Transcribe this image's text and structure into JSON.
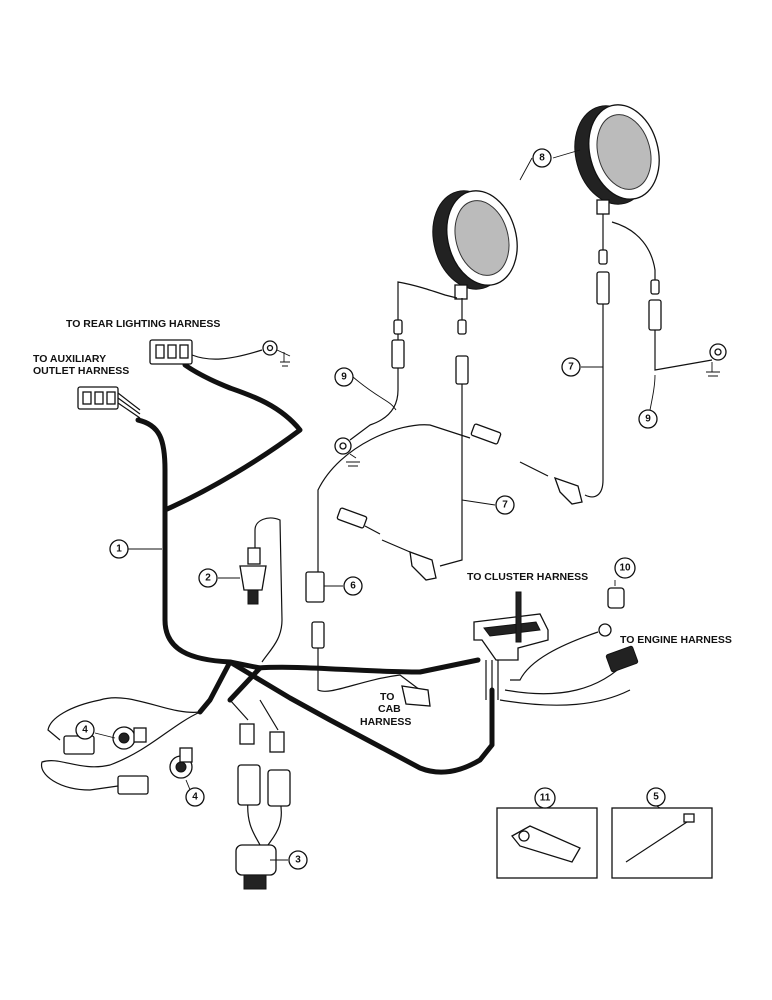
{
  "labels": {
    "rear_lighting": "TO REAR LIGHTING HARNESS",
    "aux_outlet_1": "TO AUXILIARY",
    "aux_outlet_2": "OUTLET HARNESS",
    "cluster": "TO CLUSTER HARNESS",
    "engine": "TO ENGINE HARNESS",
    "cab_1": "TO",
    "cab_2": "CAB",
    "cab_3": "HARNESS"
  },
  "callouts": {
    "c1": "1",
    "c2": "2",
    "c3": "3",
    "c4a": "4",
    "c4b": "4",
    "c5": "5",
    "c6": "6",
    "c7a": "7",
    "c7b": "7",
    "c8": "8",
    "c9a": "9",
    "c9b": "9",
    "c10": "10",
    "c11": "11"
  }
}
